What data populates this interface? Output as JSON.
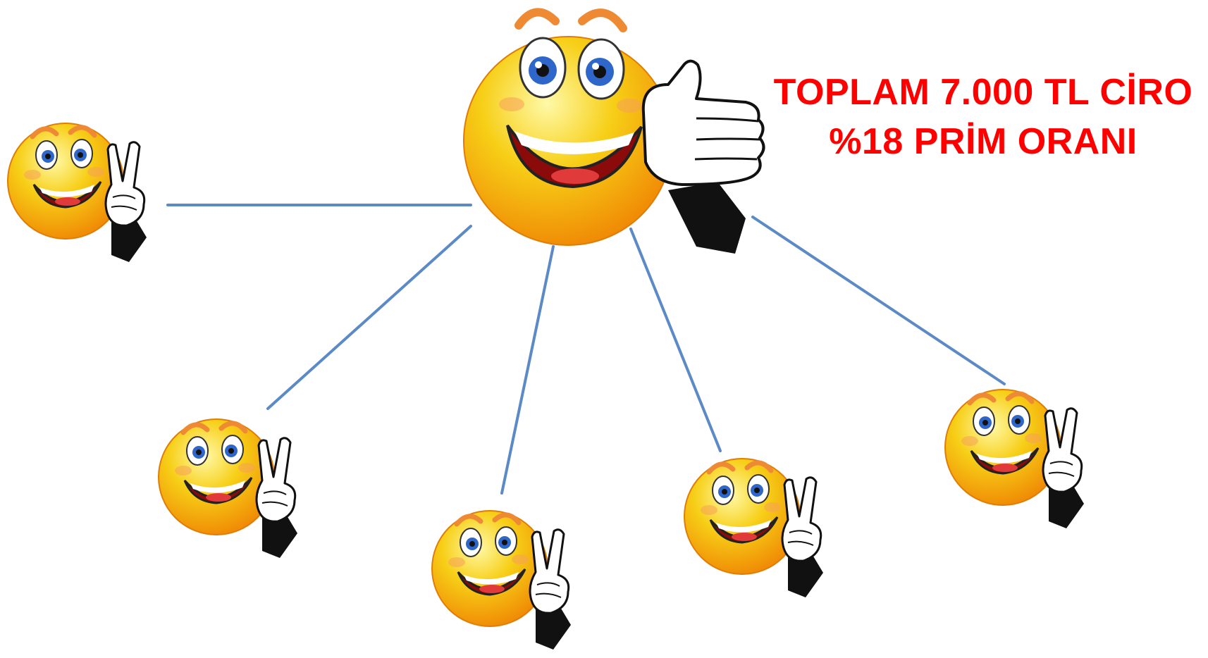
{
  "caption": {
    "line1": "TOPLAM 7.000 TL CİRO",
    "line2": "%18 PRİM ORANI",
    "color": "#ff0000"
  },
  "colors": {
    "connector": "#5b8ac6",
    "face_fill": "#f7cf17",
    "face_shade": "#f08a05",
    "eyebrow": "#ee8a34",
    "iris": "#2f66c9",
    "glove": "#ffffff",
    "sleeve": "#111111"
  },
  "icons": {
    "hub": "thumbs-up-smiley-icon",
    "member": "peace-sign-smiley-icon"
  },
  "member_count": 5
}
